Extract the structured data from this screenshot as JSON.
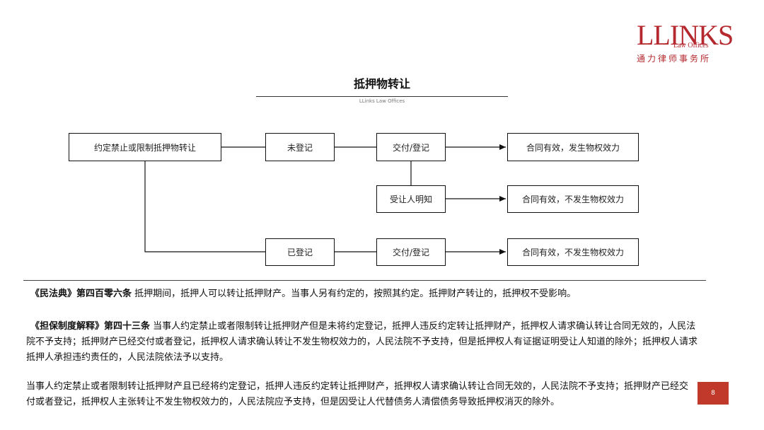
{
  "logo": {
    "brand": "LLINKS",
    "sub": "Law Offices",
    "cn": "通力律师事务所"
  },
  "title": "抵押物转让",
  "subtitle": "LLinks Law Offices",
  "flow": {
    "restriction": "约定禁止或限制抵押物转让",
    "unregistered": "未登记",
    "delivered_1": "交付/登记",
    "result_1": "合同有效，发生物权效力",
    "transferee_knows": "受让人明知",
    "result_2": "合同有效，不发生物权效力",
    "registered": "已登记",
    "delivered_2": "交付/登记",
    "result_3": "合同有效，不发生物权效力"
  },
  "law": {
    "p1_title": "《民法典》第四百零六条",
    "p1_text": " 抵押期间，抵押人可以转让抵押财产。当事人另有约定的，按照其约定。抵押财产转让的，抵押权不受影响。",
    "p2_title": "《担保制度解释》第四十三条",
    "p2_text": " 当事人约定禁止或者限制转让抵押财产但是未将约定登记，抵押人违反约定转让抵押财产，抵押权人请求确认转让合同无效的，人民法院不予支持；抵押财产已经交付或者登记，抵押权人请求确认转让不发生物权效力的，人民法院不予支持，但是抵押权人有证据证明受让人知道的除外；抵押权人请求抵押人承担违约责任的，人民法院依法予以支持。",
    "p3_text": "当事人约定禁止或者限制转让抵押财产且已经将约定登记，抵押人违反约定转让抵押财产，抵押权人请求确认转让合同无效的，人民法院不予支持；抵押财产已经交付或者登记，抵押权人主张转让不发生物权效力的，人民法院应予支持，但是因受让人代替债务人清偿债务导致抵押权消灭的除外。"
  },
  "page_number": "8"
}
